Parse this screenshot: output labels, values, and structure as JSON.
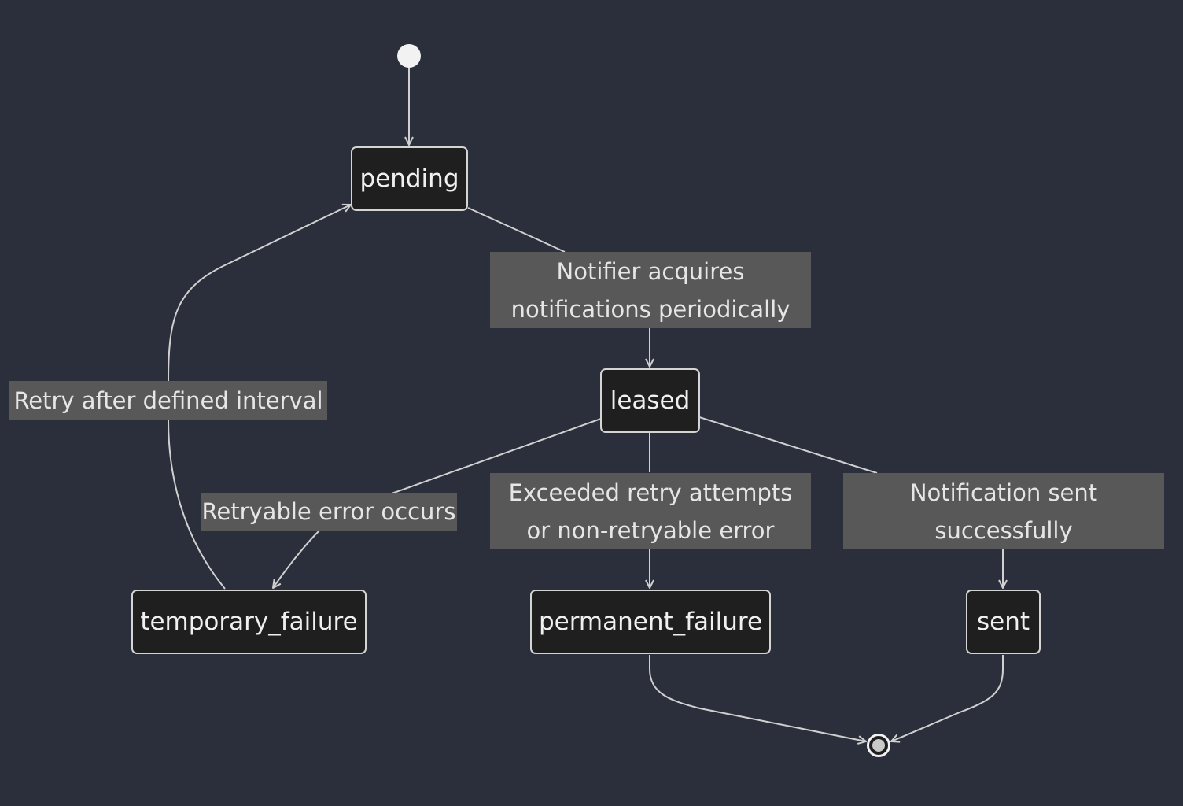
{
  "states": {
    "pending": "pending",
    "leased": "leased",
    "temporary_failure": "temporary_failure",
    "permanent_failure": "permanent_failure",
    "sent": "sent"
  },
  "transitions": {
    "acquire": [
      "Notifier acquires",
      "notifications periodically"
    ],
    "retry": "Retry after defined interval",
    "retryable": "Retryable error occurs",
    "exceeded": [
      "Exceeded retry attempts",
      "or non-retryable error"
    ],
    "success": [
      "Notification sent",
      "successfully"
    ]
  },
  "colors": {
    "background": "#2a2f3b",
    "state_fill": "#1f1f1f",
    "state_border": "#d4d4d4",
    "edge": "#d0d0d0",
    "label_fill": "#585858"
  }
}
